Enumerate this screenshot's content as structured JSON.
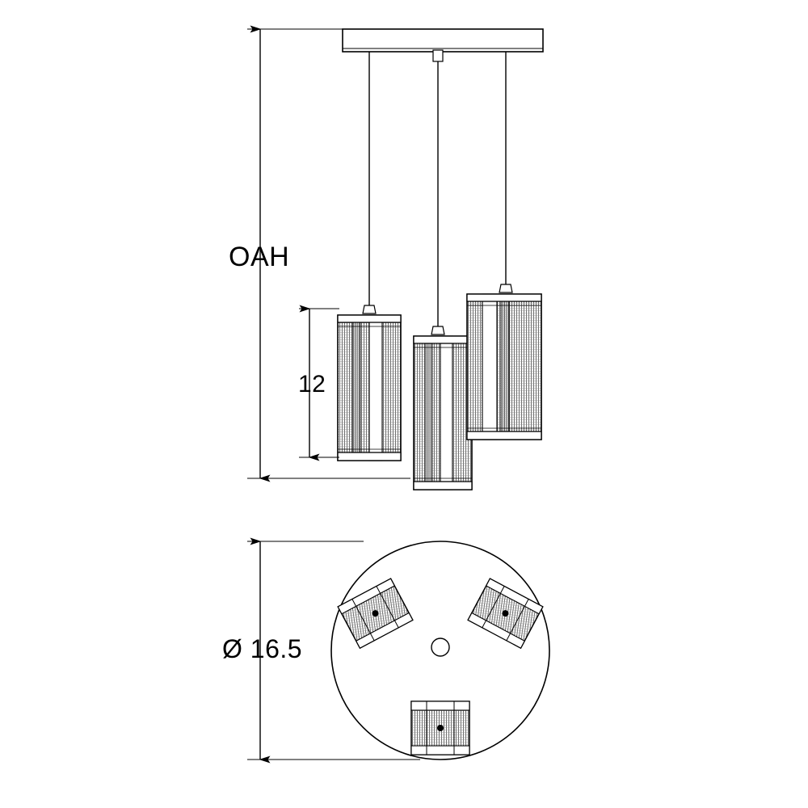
{
  "drawing": {
    "title": "multi-light pendant dimension drawing",
    "views": [
      {
        "name": "elevation-view",
        "description": "front elevation of 3-light pendant with canopy and hanging cylindrical shades"
      },
      {
        "name": "plan-view",
        "description": "bottom plan view of round canopy with three shade positions"
      }
    ],
    "line_color": "#000000",
    "fill_color": "#ffffff"
  },
  "dimensions": {
    "overall_height": {
      "label": "OAH",
      "name": "overall-height-dimension"
    },
    "shade_height": {
      "label": "12",
      "name": "shade-height-dimension"
    },
    "canopy_diameter": {
      "label": "Ø 16.5",
      "symbol": "Ø",
      "value": "16.5",
      "name": "canopy-diameter-dimension"
    }
  }
}
